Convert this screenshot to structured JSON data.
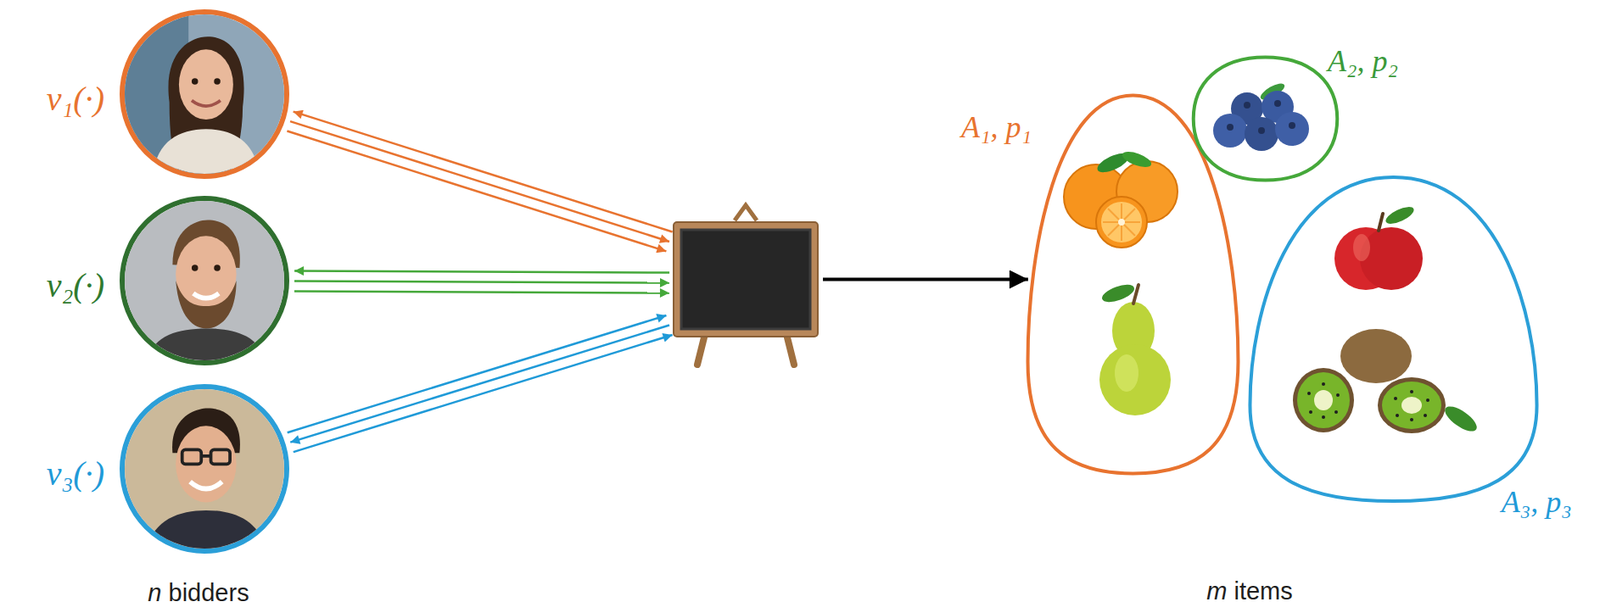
{
  "diagram": {
    "nodes": [
      {
        "text": [
          "v₁(·)"
        ]
      },
      {
        "text": [
          "v₂(·)"
        ]
      },
      {
        "text": [
          "v₃(·)"
        ]
      },
      {
        "text": []
      },
      {
        "text": [
          "A₁, p₁"
        ]
      },
      {
        "text": [
          "A₂, p₂"
        ]
      },
      {
        "text": [
          "A₃, p₃"
        ]
      }
    ],
    "edges": [
      {
        "from": 3,
        "to": 0,
        "arrow": "to"
      },
      {
        "from": 0,
        "to": 3,
        "arrow": "to"
      },
      {
        "from": 0,
        "to": 3,
        "arrow": "to"
      },
      {
        "from": 3,
        "to": 1,
        "arrow": "to"
      },
      {
        "from": 1,
        "to": 3,
        "arrow": "to"
      },
      {
        "from": 1,
        "to": 3,
        "arrow": "to"
      },
      {
        "from": 2,
        "to": 3,
        "arrow": "to"
      },
      {
        "from": 3,
        "to": 2,
        "arrow": "to"
      },
      {
        "from": 2,
        "to": 3,
        "arrow": "to"
      },
      {
        "from": 3,
        "to": 4,
        "arrow": "to"
      }
    ],
    "labels": [
      "n bidders",
      "m items"
    ]
  }
}
